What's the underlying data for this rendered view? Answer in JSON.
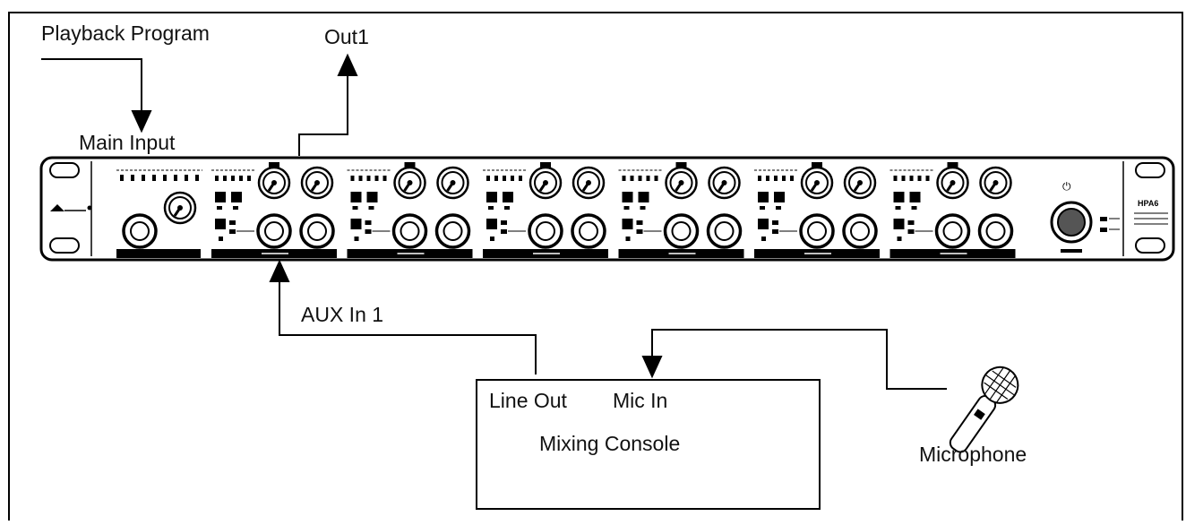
{
  "labels": {
    "playback": "Playback Program",
    "out1": "Out1",
    "main_input": "Main Input",
    "aux_in": "AUX In 1",
    "line_out": "Line Out",
    "mic_in": "Mic In",
    "mixing_console": "Mixing Console",
    "microphone": "Microphone"
  },
  "device": {
    "model": "HPA6",
    "channel_count": 6
  },
  "colors": {
    "line": "#000000",
    "background": "#ffffff"
  },
  "icons": [
    "power-icon",
    "headphone-jack-icon",
    "knob-icon",
    "microphone-icon"
  ]
}
